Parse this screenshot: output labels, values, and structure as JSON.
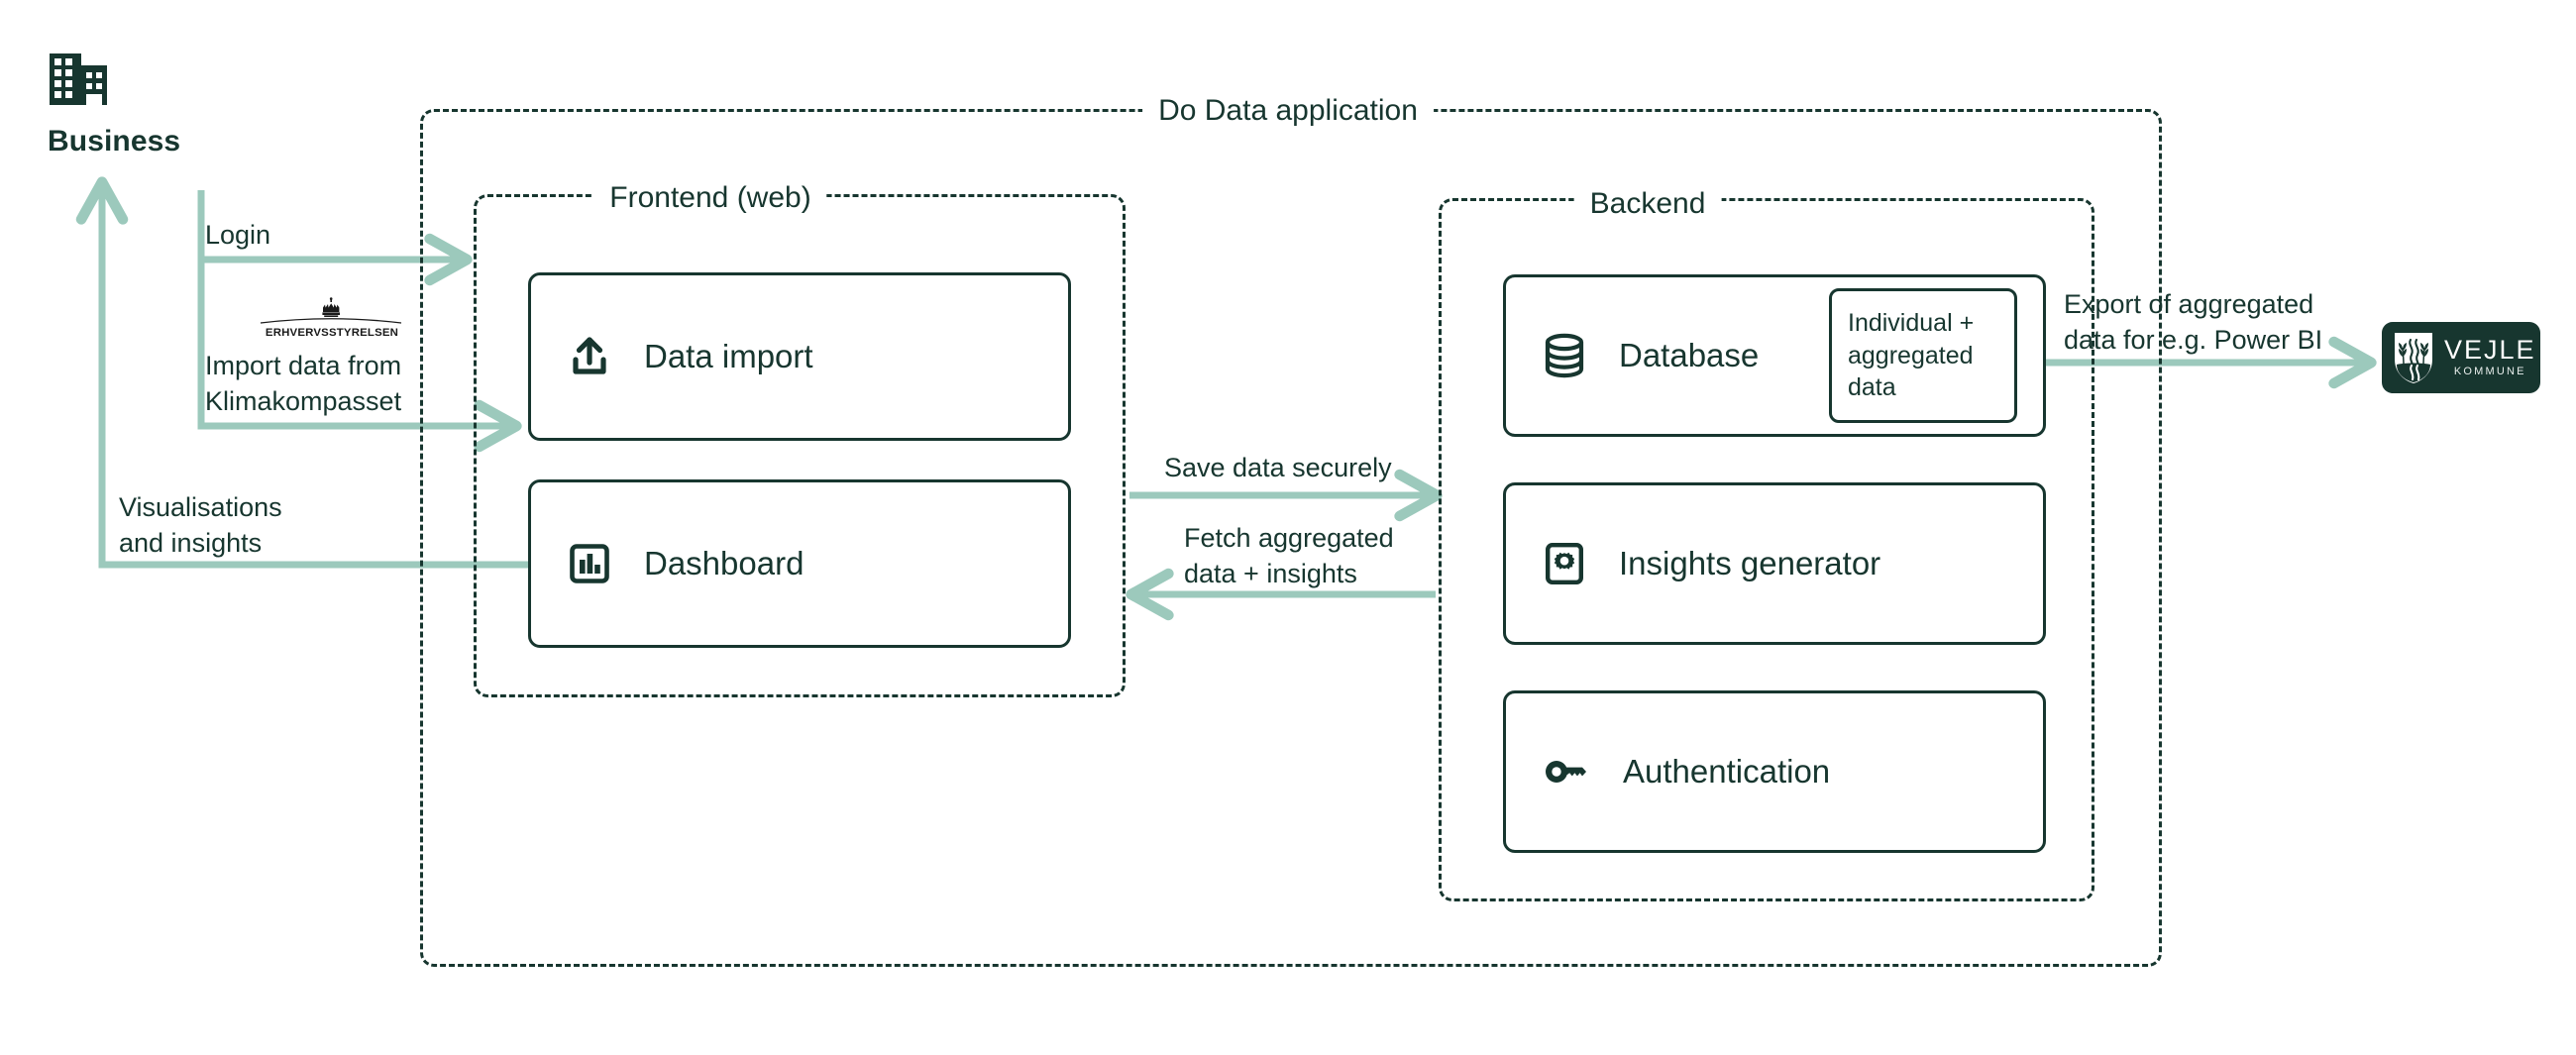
{
  "actors": {
    "business": {
      "label": "Business",
      "icon": "office-building-icon"
    },
    "vejle": {
      "name": "VEJLE",
      "sub": "KOMMUNE",
      "icon": "vejle-kommune-logo"
    },
    "erhvervsstyrelsen": {
      "label": "ERHVERVSSTYRELSEN",
      "icon": "danish-crown-icon"
    }
  },
  "containers": {
    "application": {
      "title": "Do Data application"
    },
    "frontend": {
      "title": "Frontend (web)"
    },
    "backend": {
      "title": "Backend"
    }
  },
  "components": {
    "data_import": {
      "label": "Data import",
      "icon": "upload-icon"
    },
    "dashboard": {
      "label": "Dashboard",
      "icon": "bar-chart-icon"
    },
    "database": {
      "label": "Database",
      "icon": "database-cylinder-icon",
      "sub_label": "Individual +\naggregated\ndata"
    },
    "insights": {
      "label": "Insights generator",
      "icon": "gear-icon"
    },
    "auth": {
      "label": "Authentication",
      "icon": "key-icon"
    }
  },
  "edges": {
    "login": "Login",
    "import": "Import data from\nKlimakompasset",
    "visualisations": "Visualisations\nand insights",
    "save": "Save data securely",
    "fetch": "Fetch aggregated\ndata + insights",
    "export": "Export of aggregated\ndata for e.g. Power BI"
  },
  "colors": {
    "ink": "#17362F",
    "flow": "#9CC9BC",
    "background": "#FFFFFF"
  }
}
